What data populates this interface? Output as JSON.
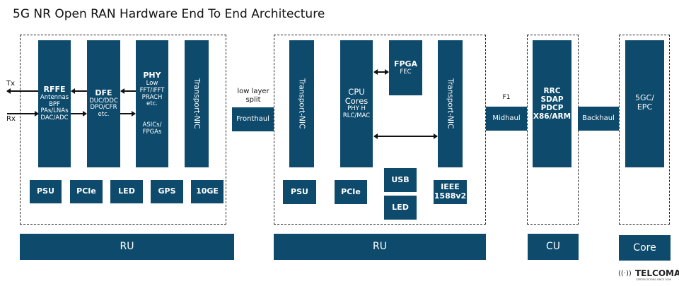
{
  "title": "5G NR Open RAN Hardware End To End Architecture",
  "ru1": {
    "rffe": {
      "title": "RFFE",
      "lines": "Antennas\nBPF\nPAs/LNAs\nDAC/ADC"
    },
    "dfe": {
      "title": "DFE",
      "lines": "DUC/DDC\nDPO/CFR\netc."
    },
    "phy": {
      "title": "PHY",
      "lines": "Low\nFFT/iFFT\nPRACH\netc.",
      "lines2": "ASICs/\nFPGAs"
    },
    "nic": "Transport-NIC",
    "psu": "PSU",
    "pcie": "PCIe",
    "led": "LED",
    "gps": "GPS",
    "ge": "10GE",
    "tx": "Tx",
    "rx": "Rx"
  },
  "fronthaul": {
    "label": "Fronthaul",
    "caption": "low  layer\nsplit"
  },
  "ru2": {
    "nic1": "Transport-NIC",
    "cpu": {
      "title": "CPU\nCores",
      "lines": "PHY H\nRLC/MAC"
    },
    "fpga": {
      "title": "FPGA",
      "lines": "FEC"
    },
    "nic2": "Transport-NIC",
    "psu": "PSU",
    "pcie": "PCIe",
    "usb": "USB",
    "led": "LED",
    "ieee": "IEEE\n1588v2"
  },
  "midhaul": {
    "label": "Midhaul",
    "caption": "F1"
  },
  "cu": {
    "lines": "RRC\nSDAP\nPDCP\nX86/ARM"
  },
  "backhaul": {
    "label": "Backhaul"
  },
  "core": {
    "lines": "5GC/\nEPC"
  },
  "bars": {
    "ru1": "RU",
    "ru2": "RU",
    "cu": "CU",
    "core": "Core"
  },
  "logo": {
    "name": "TELCOMA",
    "tagline": "CERTIFICATIONS SINCE 2009"
  },
  "colors": {
    "block": "#0e4a6b"
  }
}
